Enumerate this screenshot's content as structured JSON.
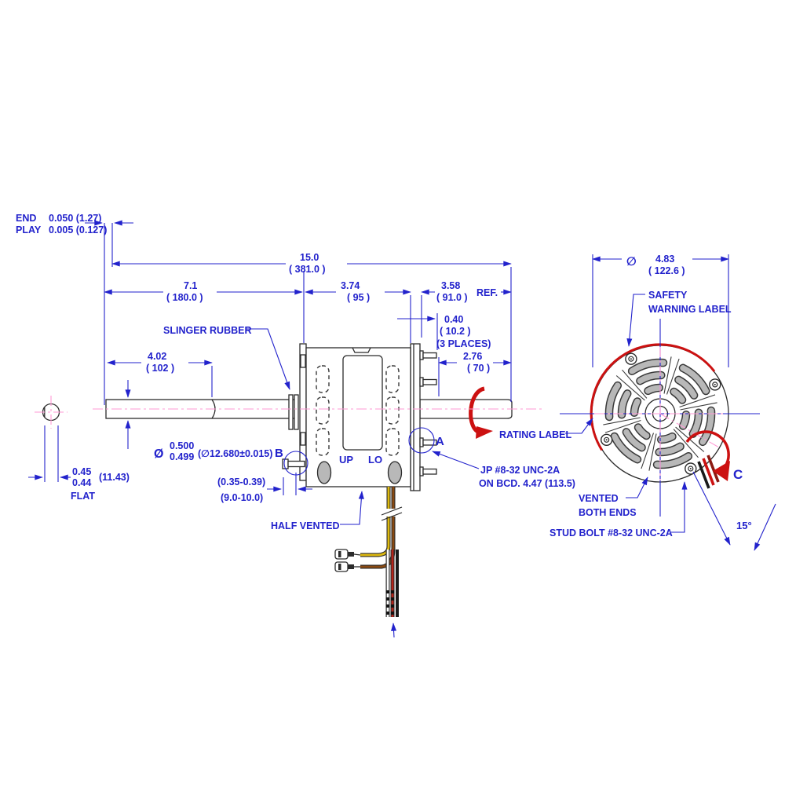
{
  "colors": {
    "dimension_blue": "#2222cc",
    "line_black": "#2b2b2b",
    "centerline_pink": "#ff9ad5",
    "accent_red": "#cc1111",
    "vent_gray": "#b8b8b8",
    "wire_yellow": "#ddb90f",
    "wire_brown": "#8a4a12",
    "wire_maroon": "#8c1a12"
  },
  "labels": {
    "end": "END",
    "end_val": "0.050 (1.27)",
    "play": "PLAY",
    "play_val": "0.005 (0.127)",
    "slinger": "SLINGER RUBBER",
    "half_vented": "HALF  VENTED",
    "up": "UP",
    "lo": "LO",
    "b": "B",
    "a": "A",
    "c": "C",
    "jp1": "JP #8-32 UNC-2A",
    "jp2": "ON BCD. 4.47 (113.5)",
    "rating": "RATING LABEL",
    "safety1": "SAFETY",
    "safety2": "WARNING LABEL",
    "vented1": "VENTED",
    "vented2": "BOTH ENDS",
    "stud_bolt": "STUD BOLT #8-32 UNC-2A",
    "flat": "FLAT",
    "ref": "REF.",
    "places": "(3 PLACES)",
    "angle": "15°"
  },
  "dims": {
    "overall": {
      "in": "15.0",
      "mm": "( 381.0 )"
    },
    "shaft_ext": {
      "in": "7.1",
      "mm": "( 180.0 )"
    },
    "body": {
      "in": "3.74",
      "mm": "( 95 )"
    },
    "opp_shaft": {
      "in": "3.58",
      "mm": "( 91.0 )"
    },
    "stud": {
      "in": "0.40",
      "mm": "( 10.2 )"
    },
    "flat_len": {
      "in": "4.02",
      "mm": "( 102 )"
    },
    "opp_ext": {
      "in": "2.76",
      "mm": "( 70 )"
    },
    "shaft_dia_sym": "Ø",
    "shaft_dia_hi": "0.500",
    "shaft_dia_lo": "0.499",
    "shaft_dia_mm": "(∅12.680±0.015)",
    "flat_hi": "0.45",
    "flat_lo": "0.44",
    "flat_mm": "(11.43)",
    "b_stud_in": "(0.35-0.39)",
    "b_stud_mm": "(9.0-10.0)",
    "front_dia_sym": "∅",
    "front_dia_in": "4.83",
    "front_dia_mm": "( 122.6 )"
  }
}
